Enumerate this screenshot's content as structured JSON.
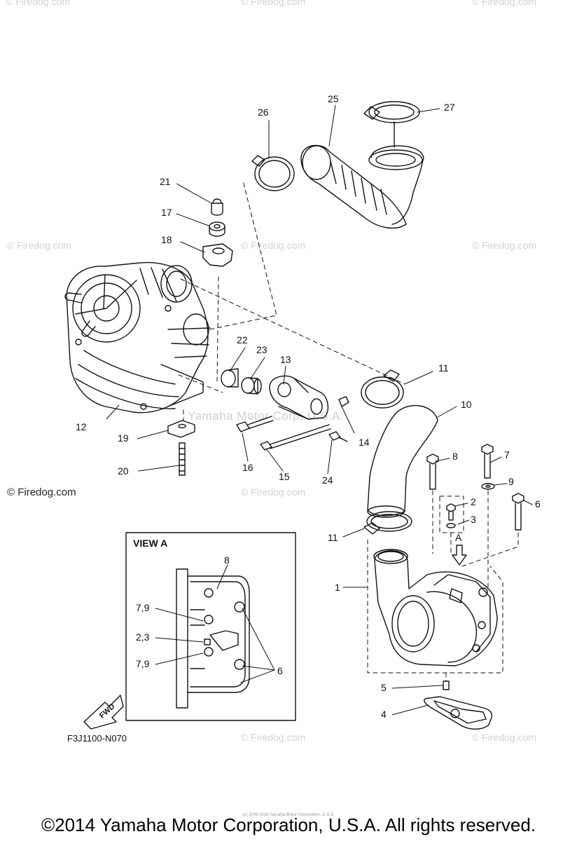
{
  "watermark": {
    "text": "© Firedog.com",
    "repeat_count": 10
  },
  "ghost_watermark": "Yamaha Motor Corp, U.S.A.",
  "diagram": {
    "code": "F3J1100-N070",
    "view_title": "VIEW A",
    "arrow_label": "A",
    "fwd_label": "FWD",
    "callouts": [
      "1",
      "2",
      "3",
      "4",
      "5",
      "6",
      "7",
      "8",
      "9",
      "10",
      "11",
      "11",
      "12",
      "13",
      "14",
      "15",
      "16",
      "17",
      "18",
      "19",
      "20",
      "21",
      "22",
      "23",
      "24",
      "25",
      "26",
      "27"
    ],
    "view_callouts": [
      "8",
      "7,9",
      "2,3",
      "7,9",
      "6"
    ]
  },
  "footer": {
    "copyright": "©2014 Yamaha Motor Corporation, U.S.A. All rights reserved.",
    "fine_print": "(c) 2006 2016 Yamaha Motor Corporation, U.S.A."
  }
}
